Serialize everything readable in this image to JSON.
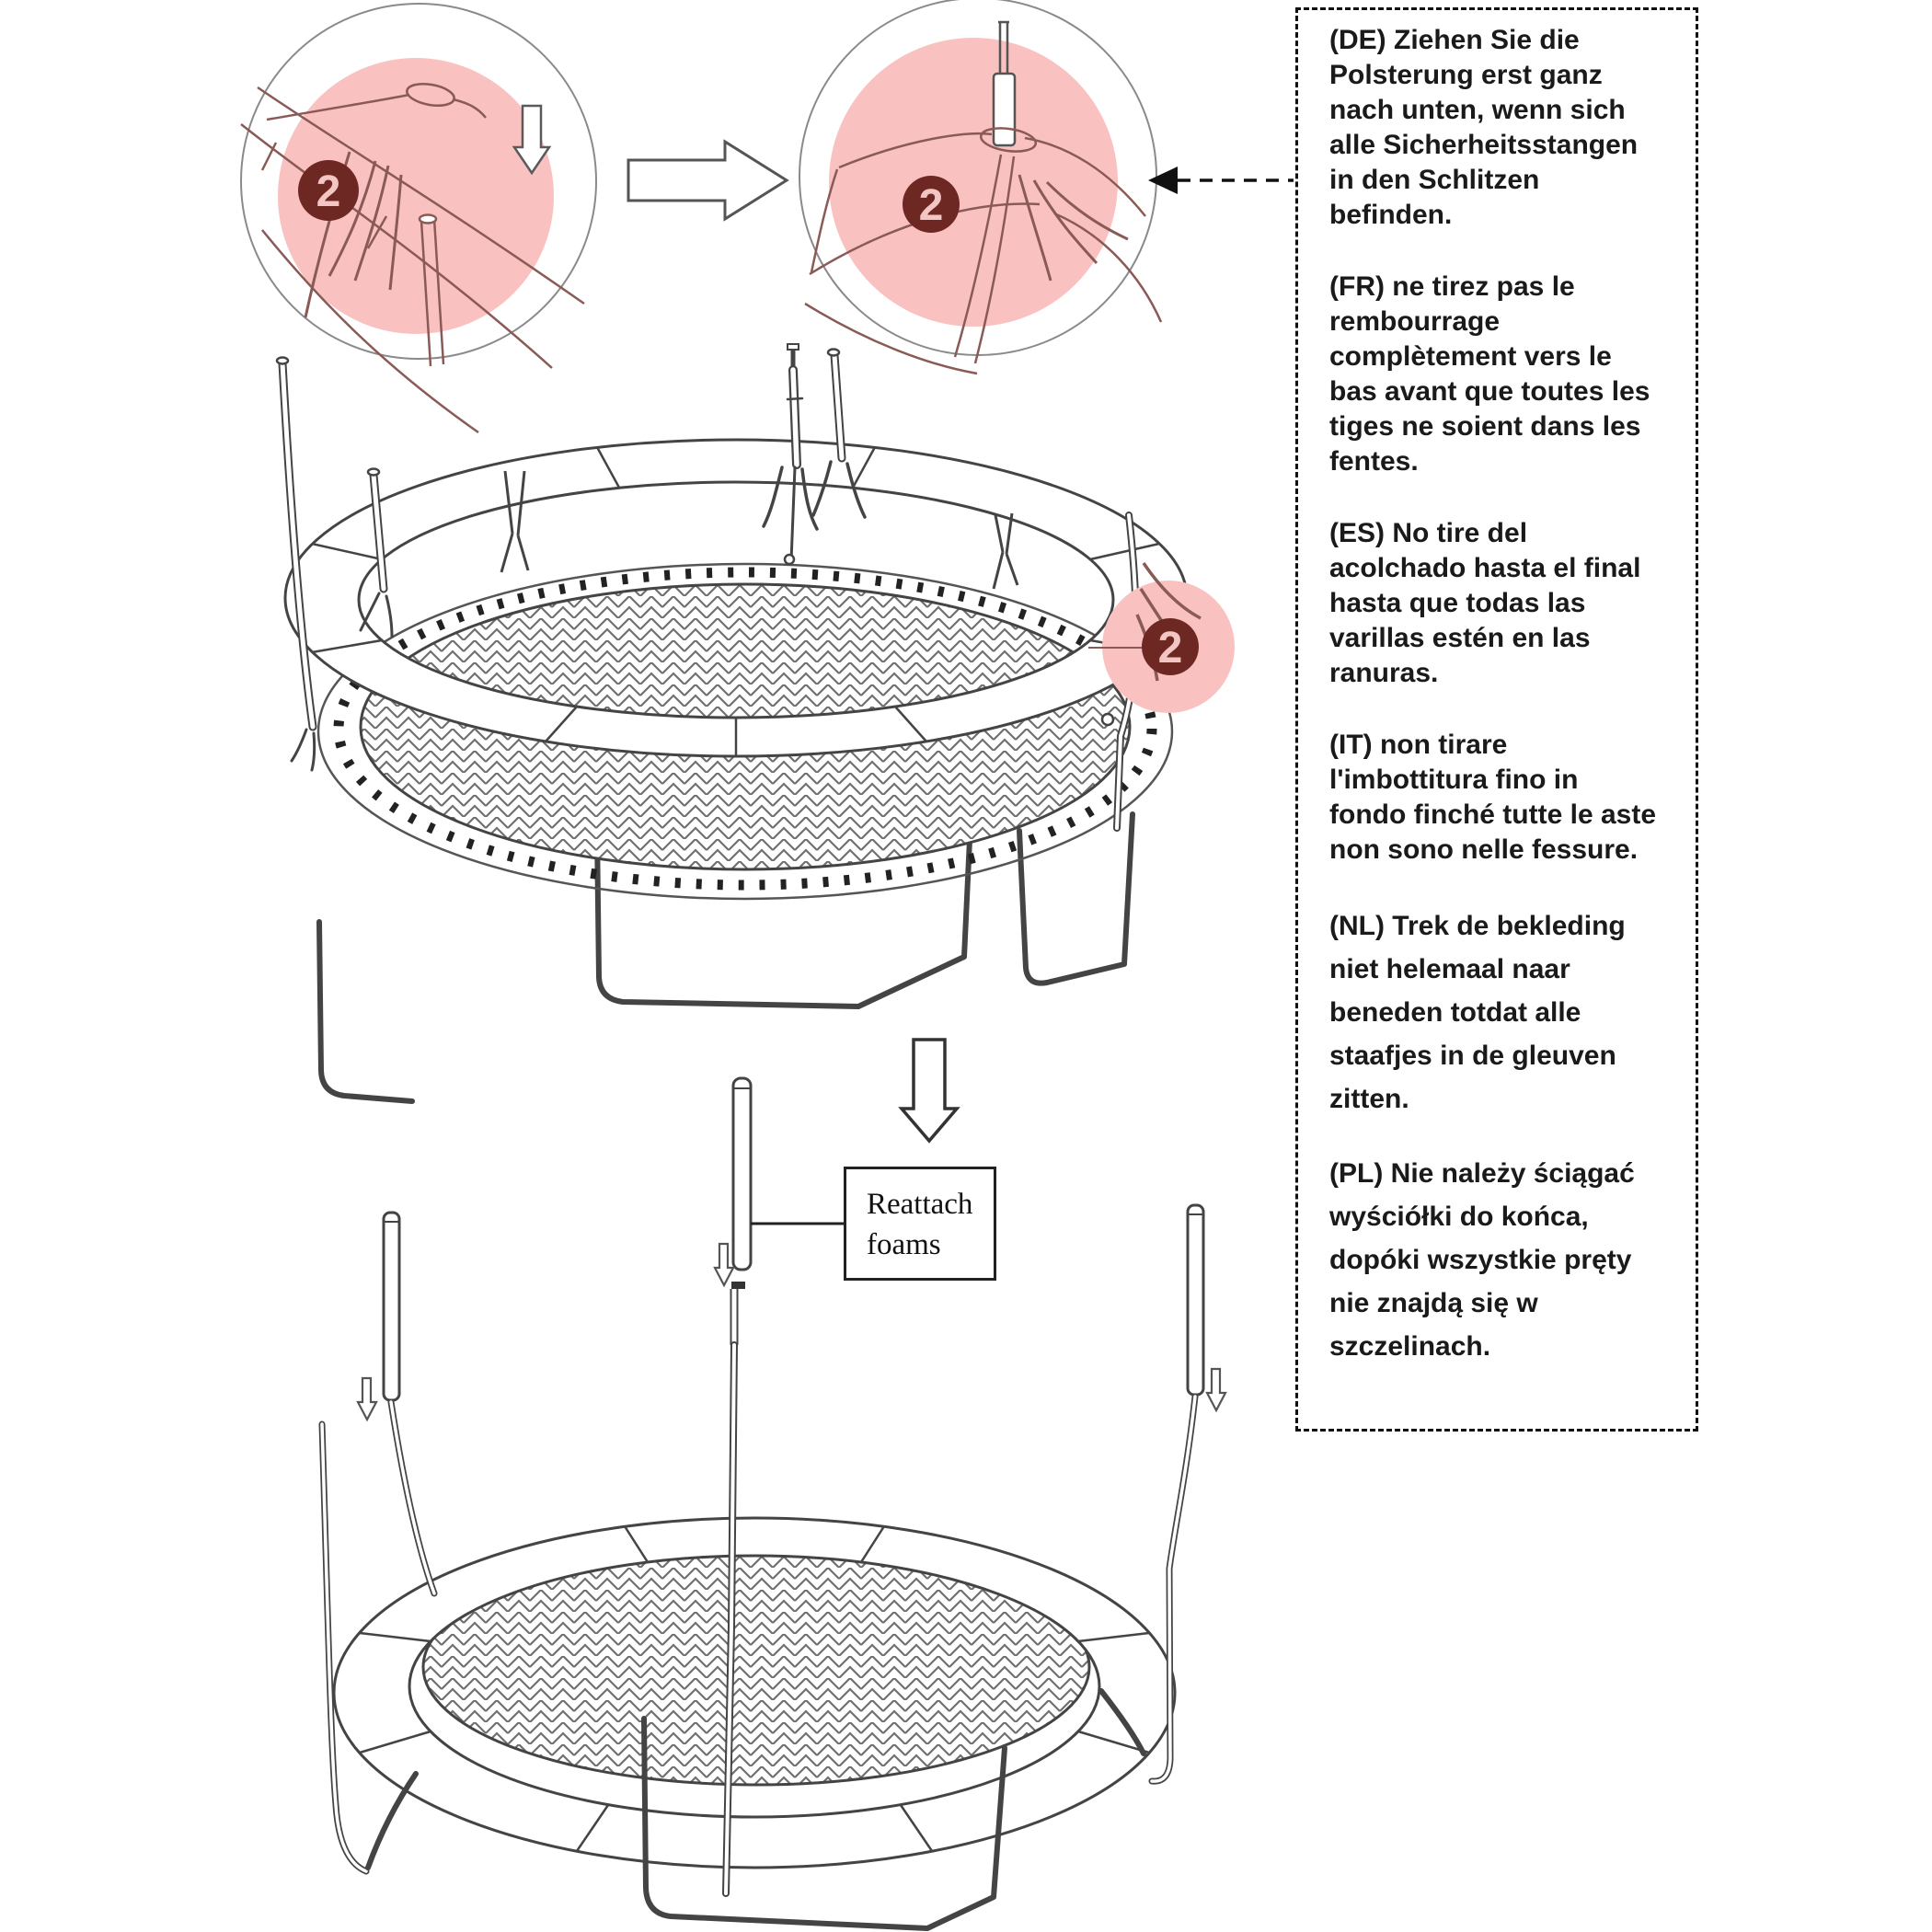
{
  "step": {
    "number": "2"
  },
  "callout": {
    "line1": "Reattach",
    "line2": "foams"
  },
  "instructions": {
    "items": [
      {
        "lang": "DE",
        "text": "(DE)   Ziehen Sie die\nPolsterung erst ganz\nnach unten, wenn sich\nalle Sicherheitsstangen\nin den Schlitzen\nbefinden."
      },
      {
        "lang": "FR",
        "text": "(FR)   ne tirez pas le\nrembourrage\ncomplètement vers le\nbas avant que toutes les\ntiges ne soient dans les\nfentes."
      },
      {
        "lang": "ES",
        "text": "(ES)  No tire del\nacolchado hasta el final\nhasta que todas las\nvarillas estén en las\nranuras."
      },
      {
        "lang": "IT",
        "text": "(IT)  non tirare\nl'imbottitura fino in\nfondo finché tutte le aste\nnon sono nelle fessure."
      },
      {
        "lang": "NL",
        "text": "(NL) Trek de bekleding\nniet helemaal naar\nbeneden totdat alle\nstaafjes in de gleuven\nzitten."
      },
      {
        "lang": "PL",
        "text": "(PL) Nie należy ściągać\nwyściółki do końca,\ndopóki wszystkie pręty\nnie znajdą się w\nszczelinach."
      }
    ]
  },
  "colors": {
    "highlight_pink": "#f9c2c0",
    "badge_maroon": "#6e2823",
    "badge_number_pink": "#f4c6c3",
    "line": "#4a4a4a",
    "line_on_pink": "#8a5a56",
    "text": "#1a1a1a"
  }
}
